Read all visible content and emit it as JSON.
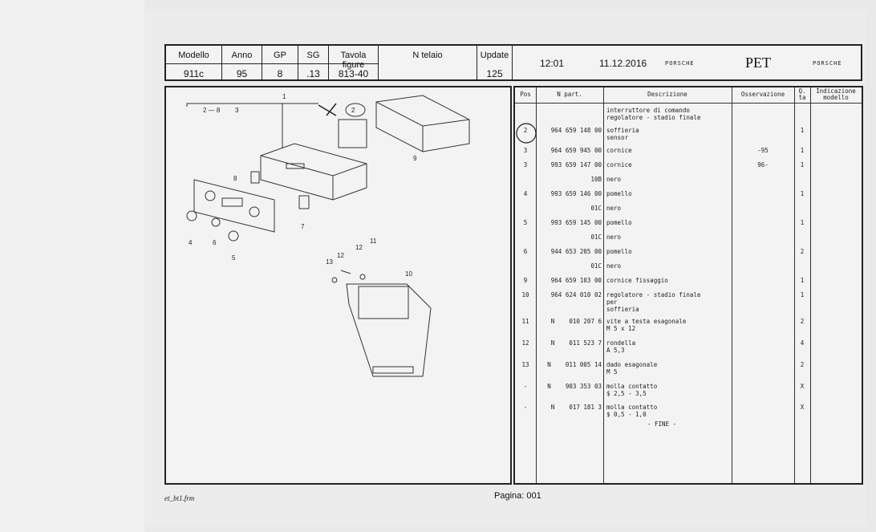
{
  "header": {
    "modello": {
      "label": "Modello",
      "value": "911c"
    },
    "anno": {
      "label": "Anno",
      "value": "95"
    },
    "gp": {
      "label": "GP",
      "value": "8"
    },
    "sg": {
      "label": "SG",
      "value": ".13"
    },
    "tavola": {
      "label": "Tavola figure",
      "value": "813-40"
    },
    "telaio": {
      "label": "N telaio",
      "value": ""
    },
    "update": {
      "label": "Update",
      "value": "125"
    },
    "time": "12:01",
    "date": "11.12.2016",
    "brand": "PORSCHE",
    "pet": "PET"
  },
  "diagram": {
    "callouts": [
      "1",
      "2",
      "2 — 8",
      "3",
      "4",
      "5",
      "6",
      "7",
      "8",
      "9",
      "10",
      "11",
      "12",
      "12",
      "13"
    ]
  },
  "table": {
    "headers": {
      "pos": "Pos",
      "part": "N  part.",
      "desc": "Descrizione",
      "oss": "Osservazione",
      "qta": "Q.\nta",
      "ind": "Indicazione\nmodello"
    },
    "rows": [
      {
        "pos": "",
        "part": "",
        "desc": "interruttore di comando\nregolatore - stadio finale",
        "oss": "",
        "qta": ""
      },
      {
        "pos": "2",
        "part": "964 659 148 00",
        "desc": "soffieria\nsensor",
        "oss": "",
        "qta": "1"
      },
      {
        "pos": "3",
        "part": "964 659 945 00",
        "desc": "cornice",
        "oss": "-95",
        "qta": "1"
      },
      {
        "pos": "3",
        "part": "993 659 147 00",
        "desc": "cornice",
        "oss": "96-",
        "qta": "1"
      },
      {
        "pos": "",
        "part": "10B",
        "desc": "nero",
        "oss": "",
        "qta": ""
      },
      {
        "pos": "4",
        "part": "993 659 146 00",
        "desc": "pomello",
        "oss": "",
        "qta": "1"
      },
      {
        "pos": "",
        "part": "01C",
        "desc": "nero",
        "oss": "",
        "qta": ""
      },
      {
        "pos": "5",
        "part": "993 659 145 00",
        "desc": "pomello",
        "oss": "",
        "qta": "1"
      },
      {
        "pos": "",
        "part": "01C",
        "desc": "nero",
        "oss": "",
        "qta": ""
      },
      {
        "pos": "6",
        "part": "944 653 205 00",
        "desc": "pomello",
        "oss": "",
        "qta": "2"
      },
      {
        "pos": "",
        "part": "01C",
        "desc": "nero",
        "oss": "",
        "qta": ""
      },
      {
        "pos": "9",
        "part": "964 659 103 00",
        "desc": "cornice fissaggio",
        "oss": "",
        "qta": "1"
      },
      {
        "pos": "10",
        "part": "964 624 010 02",
        "desc": "regolatore - stadio finale\nper\nsoffieria",
        "oss": "",
        "qta": "1"
      },
      {
        "pos": "11",
        "part": "N    010 207 6",
        "desc": "vite a testa esagonale\nM 5 x 12",
        "oss": "",
        "qta": "2"
      },
      {
        "pos": "12",
        "part": "N    011 523 7",
        "desc": "rondella\nA 5,3",
        "oss": "",
        "qta": "4"
      },
      {
        "pos": "13",
        "part": "N    011 005 14",
        "desc": "dado esagonale\nM 5",
        "oss": "",
        "qta": "2"
      },
      {
        "pos": "-",
        "part": "N    903 353 03",
        "desc": "molla contatto\n$ 2,5 - 3,5",
        "oss": "",
        "qta": "X"
      },
      {
        "pos": "-",
        "part": "N    017 181 3",
        "desc": "molla contatto\n$ 0,5 - 1,0",
        "oss": "",
        "qta": "X"
      }
    ],
    "fine": "- FINE -"
  },
  "footer": {
    "page": "Pagina: 001",
    "file": "et_bt1.frm"
  }
}
